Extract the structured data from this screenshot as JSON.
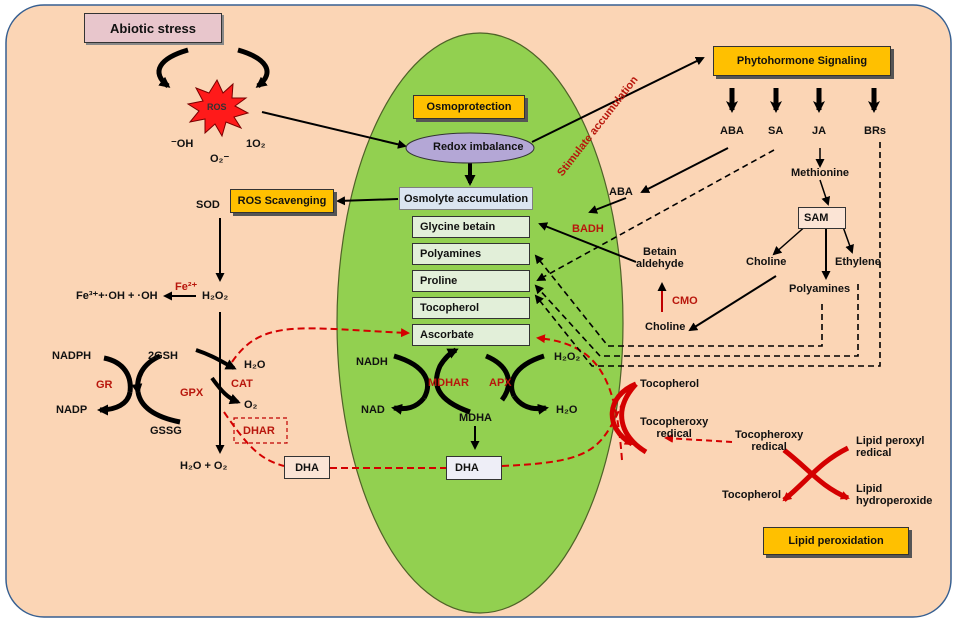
{
  "labels": {
    "abiotic_stress": "Abiotic stress",
    "ros": "ROS",
    "oh_radical": "⁻OH",
    "singlet_oxygen": "1O₂",
    "superoxide": "O₂⁻",
    "sod": "SOD",
    "h2o2_left": "H₂O₂",
    "fe2": "Fe²⁺",
    "fenton": "Fe³⁺+·OH + ·OH",
    "nadph": "NADPH",
    "nadp": "NADP",
    "gr": "GR",
    "two_gsh": "2GSH",
    "gssg": "GSSG",
    "gpx": "GPX",
    "cat": "CAT",
    "h2o_left": "H₂O",
    "o2_left": "O₂",
    "dhar": "DHAR",
    "h2o_o2": "H₂O + O₂",
    "dha_left": "DHA",
    "ros_scavenging": "ROS Scavenging",
    "osmoprotection": "Osmoprotection",
    "redox_imbalance": "Redox imbalance",
    "osmolyte_accumulation": "Osmolyte accumulation",
    "osmolytes": [
      "Glycine betain",
      "Polyamines",
      "Proline",
      "Tocopherol",
      "Ascorbate"
    ],
    "nadh": "NADH",
    "nad": "NAD",
    "mdhar": "MDHAR",
    "mdha": "MDHA",
    "apx": "APX",
    "h2o2_center": "H₂O₂",
    "h2o_center": "H₂O",
    "dha_center": "DHA",
    "stimulate_accumulation": "Stimulate accumulation",
    "aba_inner": "ABA",
    "badh": "BADH",
    "betain_aldehyde": "Betain\naldehyde",
    "cmo": "CMO",
    "choline_inner": "Choline",
    "phytohormone_signaling": "Phytohormone Signaling",
    "aba": "ABA",
    "sa": "SA",
    "ja": "JA",
    "brs": "BRs",
    "methionine": "Methionine",
    "sam": "SAM",
    "choline_right": "Choline",
    "ethylene": "Ethylene",
    "polyamines_right": "Polyamines",
    "tocopherol_right": "Tocopherol",
    "tocopheroxy_radical_1": "Tocopheroxy\nredical",
    "tocopheroxy_radical_2": "Tocopheroxy\nredical",
    "tocopherol_bottom": "Tocopherol",
    "lipid_peroxyl": "Lipid peroxyl\nredical",
    "lipid_hydroperoxide": "Lipid\nhydroperoxide",
    "lipid_peroxidation": "Lipid peroxidation"
  },
  "colors": {
    "background": "#fbd5b5",
    "cell": "#92d050",
    "title_box": "#e8c6cc",
    "highlight_box": "#ffc000",
    "ros_burst": "#ff1a1a",
    "red_text": "#b8160c",
    "redox_ellipse": "#b4a7d6",
    "osmolyte_box": "#dbe5f1",
    "list_box": "#e2efd9"
  }
}
